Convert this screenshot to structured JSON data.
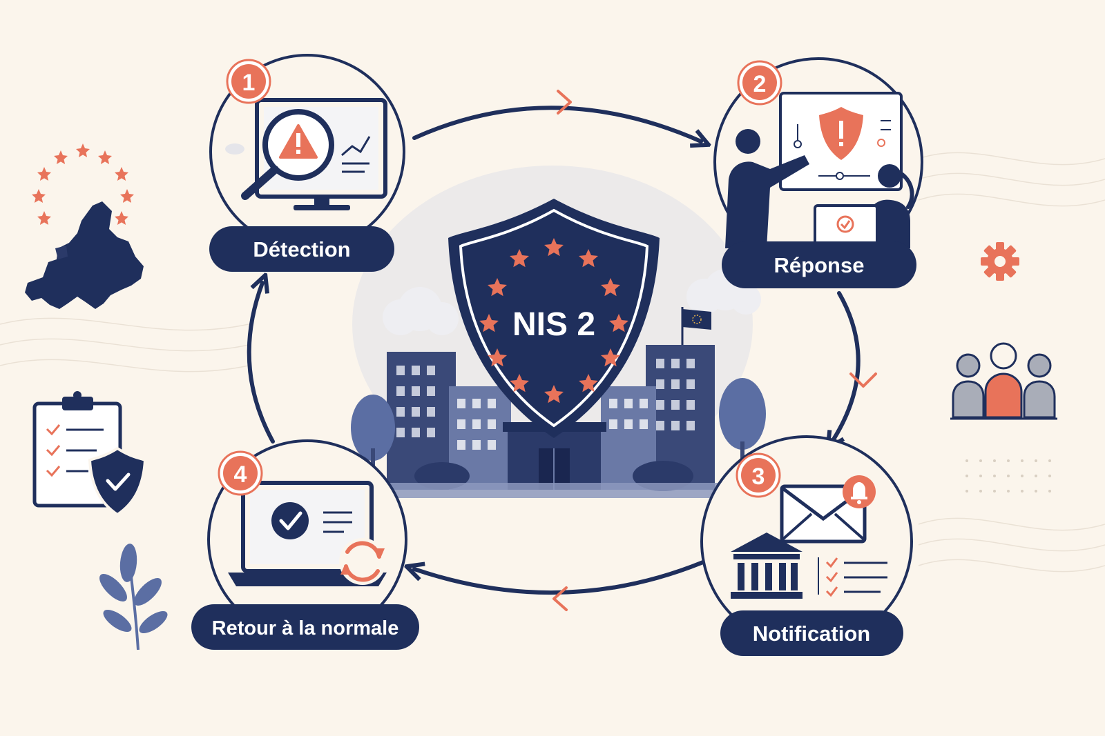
{
  "center": {
    "title": "NIS 2"
  },
  "steps": [
    {
      "number": "1",
      "label": "Détection"
    },
    {
      "number": "2",
      "label": "Réponse"
    },
    {
      "number": "3",
      "label": "Notification"
    },
    {
      "number": "4",
      "label": "Retour à la normale"
    }
  ],
  "colors": {
    "navy": "#1f2f5c",
    "coral": "#e8735a",
    "background": "#fbf5ec",
    "grey": "#a9adb8",
    "blue": "#5b6ea3"
  },
  "icons": {
    "step1": "magnifier-warning-monitor-icon",
    "step2": "team-shield-alert-icon",
    "step3": "envelope-bell-institution-icon",
    "step4": "laptop-check-refresh-icon",
    "decor": [
      "eu-map-stars-icon",
      "clipboard-shield-icon",
      "leaf-branch-icon",
      "gear-icon",
      "people-group-icon"
    ]
  }
}
